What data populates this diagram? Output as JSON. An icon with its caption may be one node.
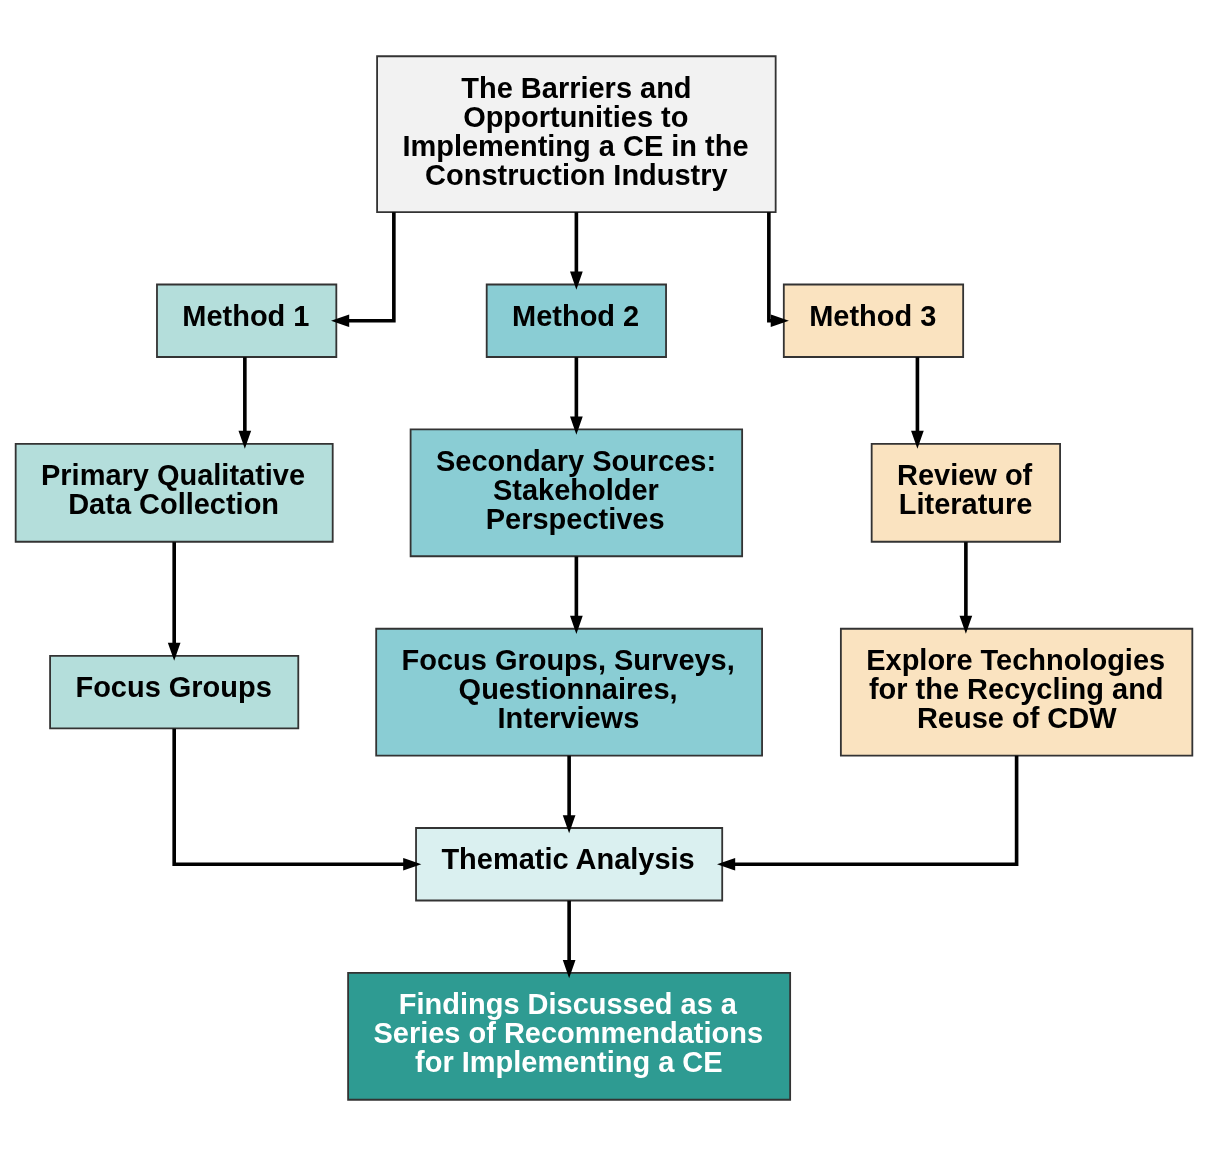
{
  "diagram": {
    "nodes": [
      {
        "text": [
          "The Barriers and Opportunities to Implementing a CE in the Construction Industry"
        ]
      },
      {
        "text": [
          "Method 1"
        ]
      },
      {
        "text": [
          "Method 2"
        ]
      },
      {
        "text": [
          "Method 3"
        ]
      },
      {
        "text": [
          "Primary Qualitative Data Collection"
        ]
      },
      {
        "text": [
          "Secondary Sources: Stakeholder Perspectives"
        ]
      },
      {
        "text": [
          "Review of Literature"
        ]
      },
      {
        "text": [
          "Focus Groups"
        ]
      },
      {
        "text": [
          "Focus Groups, Surveys, Questionnaires, Interviews"
        ]
      },
      {
        "text": [
          "Explore Technologies for the Recycling and Reuse of CDW"
        ]
      },
      {
        "text": [
          "Thematic Analysis"
        ]
      },
      {
        "text": [
          "Findings Discussed as a Series of Recommendations for Implementing a CE"
        ]
      }
    ],
    "edges": [
      {
        "from": 0,
        "to": 1,
        "arrow": "to"
      },
      {
        "from": 0,
        "to": 2,
        "arrow": "to"
      },
      {
        "from": 0,
        "to": 3,
        "arrow": "to"
      },
      {
        "from": 1,
        "to": 4,
        "arrow": "to"
      },
      {
        "from": 2,
        "to": 5,
        "arrow": "to"
      },
      {
        "from": 3,
        "to": 6,
        "arrow": "to"
      },
      {
        "from": 4,
        "to": 7,
        "arrow": "to"
      },
      {
        "from": 5,
        "to": 8,
        "arrow": "to"
      },
      {
        "from": 6,
        "to": 9,
        "arrow": "to"
      },
      {
        "from": 7,
        "to": 10,
        "arrow": "to"
      },
      {
        "from": 8,
        "to": 10,
        "arrow": "to"
      },
      {
        "from": 9,
        "to": 10,
        "arrow": "to"
      },
      {
        "from": 10,
        "to": 11,
        "arrow": "to"
      }
    ]
  }
}
